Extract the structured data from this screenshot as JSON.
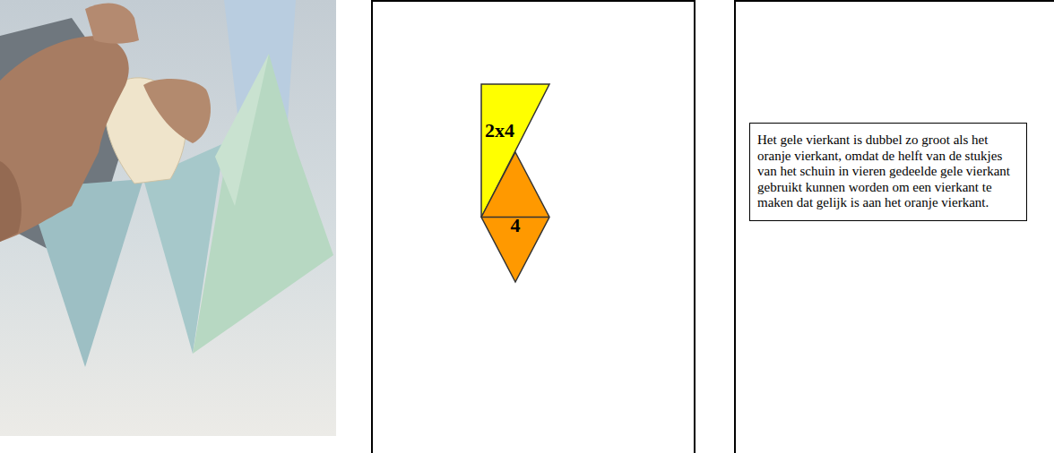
{
  "diagram": {
    "nodes": [
      {
        "text": [
          "2x4"
        ]
      },
      {
        "text": [
          "4"
        ]
      },
      {
        "text": [
          "Het gele vierkant is dubbel zo groot als het oranje vierkant, omdat de helft van de stukjes van het schuin in vieren gedeelde gele vierkant gebruikt kunnen worden om een vierkant te maken dat gelijk is aan het oranje vierkant."
        ]
      }
    ]
  }
}
